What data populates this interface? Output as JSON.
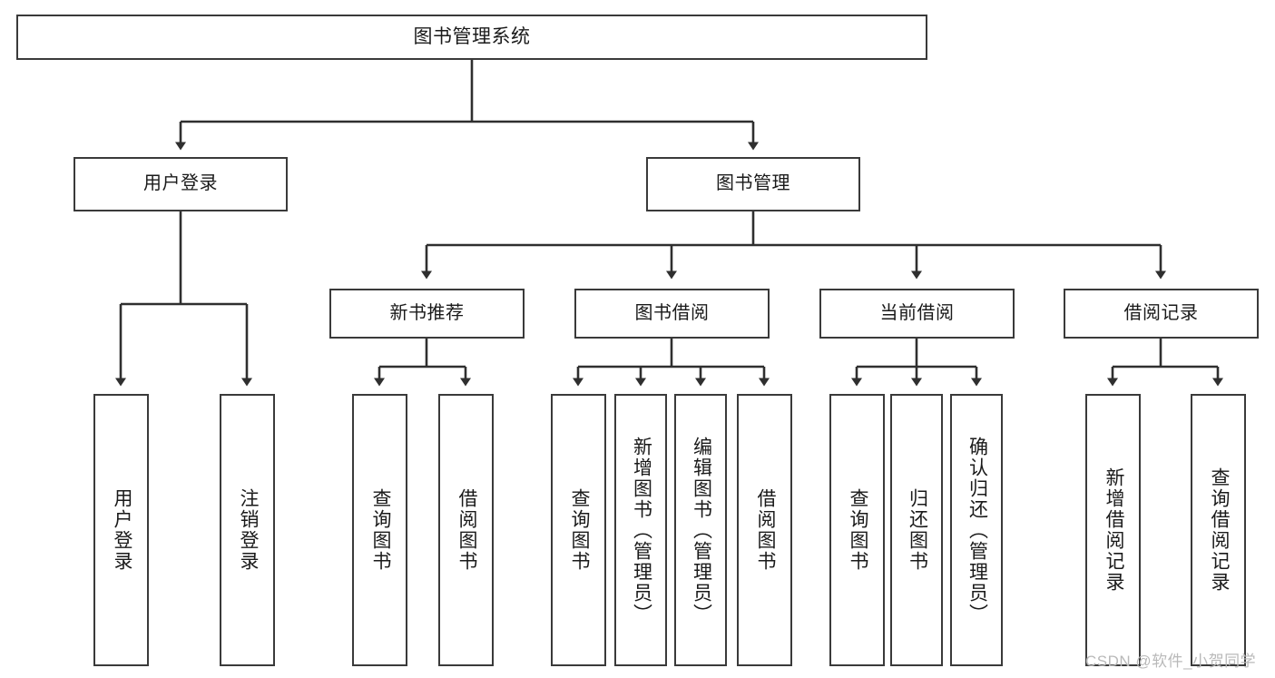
{
  "diagram": {
    "title": "图书管理系统",
    "watermark": "CSDN @软件_小贺同学",
    "colors": {
      "box_border": "#3a3a3a",
      "box_fill": "#ffffff",
      "connector": "#2f2f2f",
      "text": "#1a1a1a",
      "watermark": "#b9b9b9",
      "background": "#ffffff"
    },
    "root": {
      "label": "图书管理系统"
    },
    "level1": [
      {
        "label": "用户登录"
      },
      {
        "label": "图书管理"
      }
    ],
    "level2": [
      {
        "label": "新书推荐"
      },
      {
        "label": "图书借阅"
      },
      {
        "label": "当前借阅"
      },
      {
        "label": "借阅记录"
      }
    ],
    "leaves": [
      {
        "label": "用户登录",
        "parent": "用户登录"
      },
      {
        "label": "注销登录",
        "parent": "用户登录"
      },
      {
        "label": "查询图书",
        "parent": "新书推荐"
      },
      {
        "label": "借阅图书",
        "parent": "新书推荐"
      },
      {
        "label": "查询图书",
        "parent": "图书借阅"
      },
      {
        "label": "新增图书（管理员）",
        "parent": "图书借阅"
      },
      {
        "label": "编辑图书（管理员）",
        "parent": "图书借阅"
      },
      {
        "label": "借阅图书",
        "parent": "图书借阅"
      },
      {
        "label": "查询图书",
        "parent": "当前借阅"
      },
      {
        "label": "归还图书",
        "parent": "当前借阅"
      },
      {
        "label": "确认归还（管理员）",
        "parent": "当前借阅"
      },
      {
        "label": "新增借阅记录",
        "parent": "借阅记录"
      },
      {
        "label": "查询借阅记录",
        "parent": "借阅记录"
      }
    ]
  }
}
